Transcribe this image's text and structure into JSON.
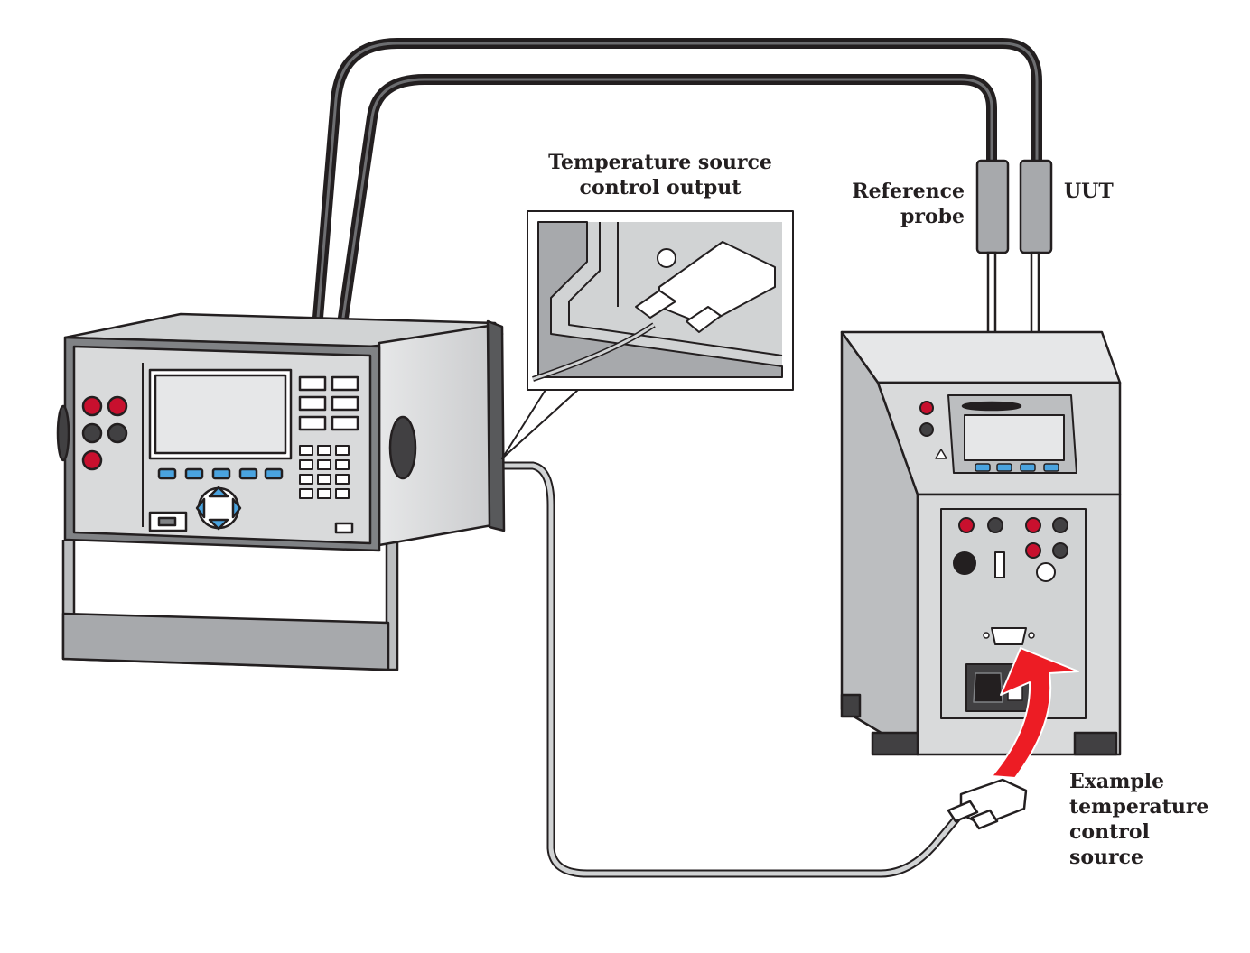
{
  "labels": {
    "inset_title": [
      "Temperature source",
      "control output"
    ],
    "reference_probe": [
      "Reference",
      "probe"
    ],
    "uut": "UUT",
    "example_source": [
      "Example",
      "temperature",
      "control",
      "source"
    ]
  },
  "colors": {
    "outline": "#231f20",
    "panel": "#d9dadb",
    "panel_dark": "#bcbec0",
    "cable": "#231f20",
    "control_cable": "#bcbec0",
    "button_blue": "#4aa3df",
    "terminal_red": "#c8102e",
    "arrow_red": "#ed1c24"
  }
}
